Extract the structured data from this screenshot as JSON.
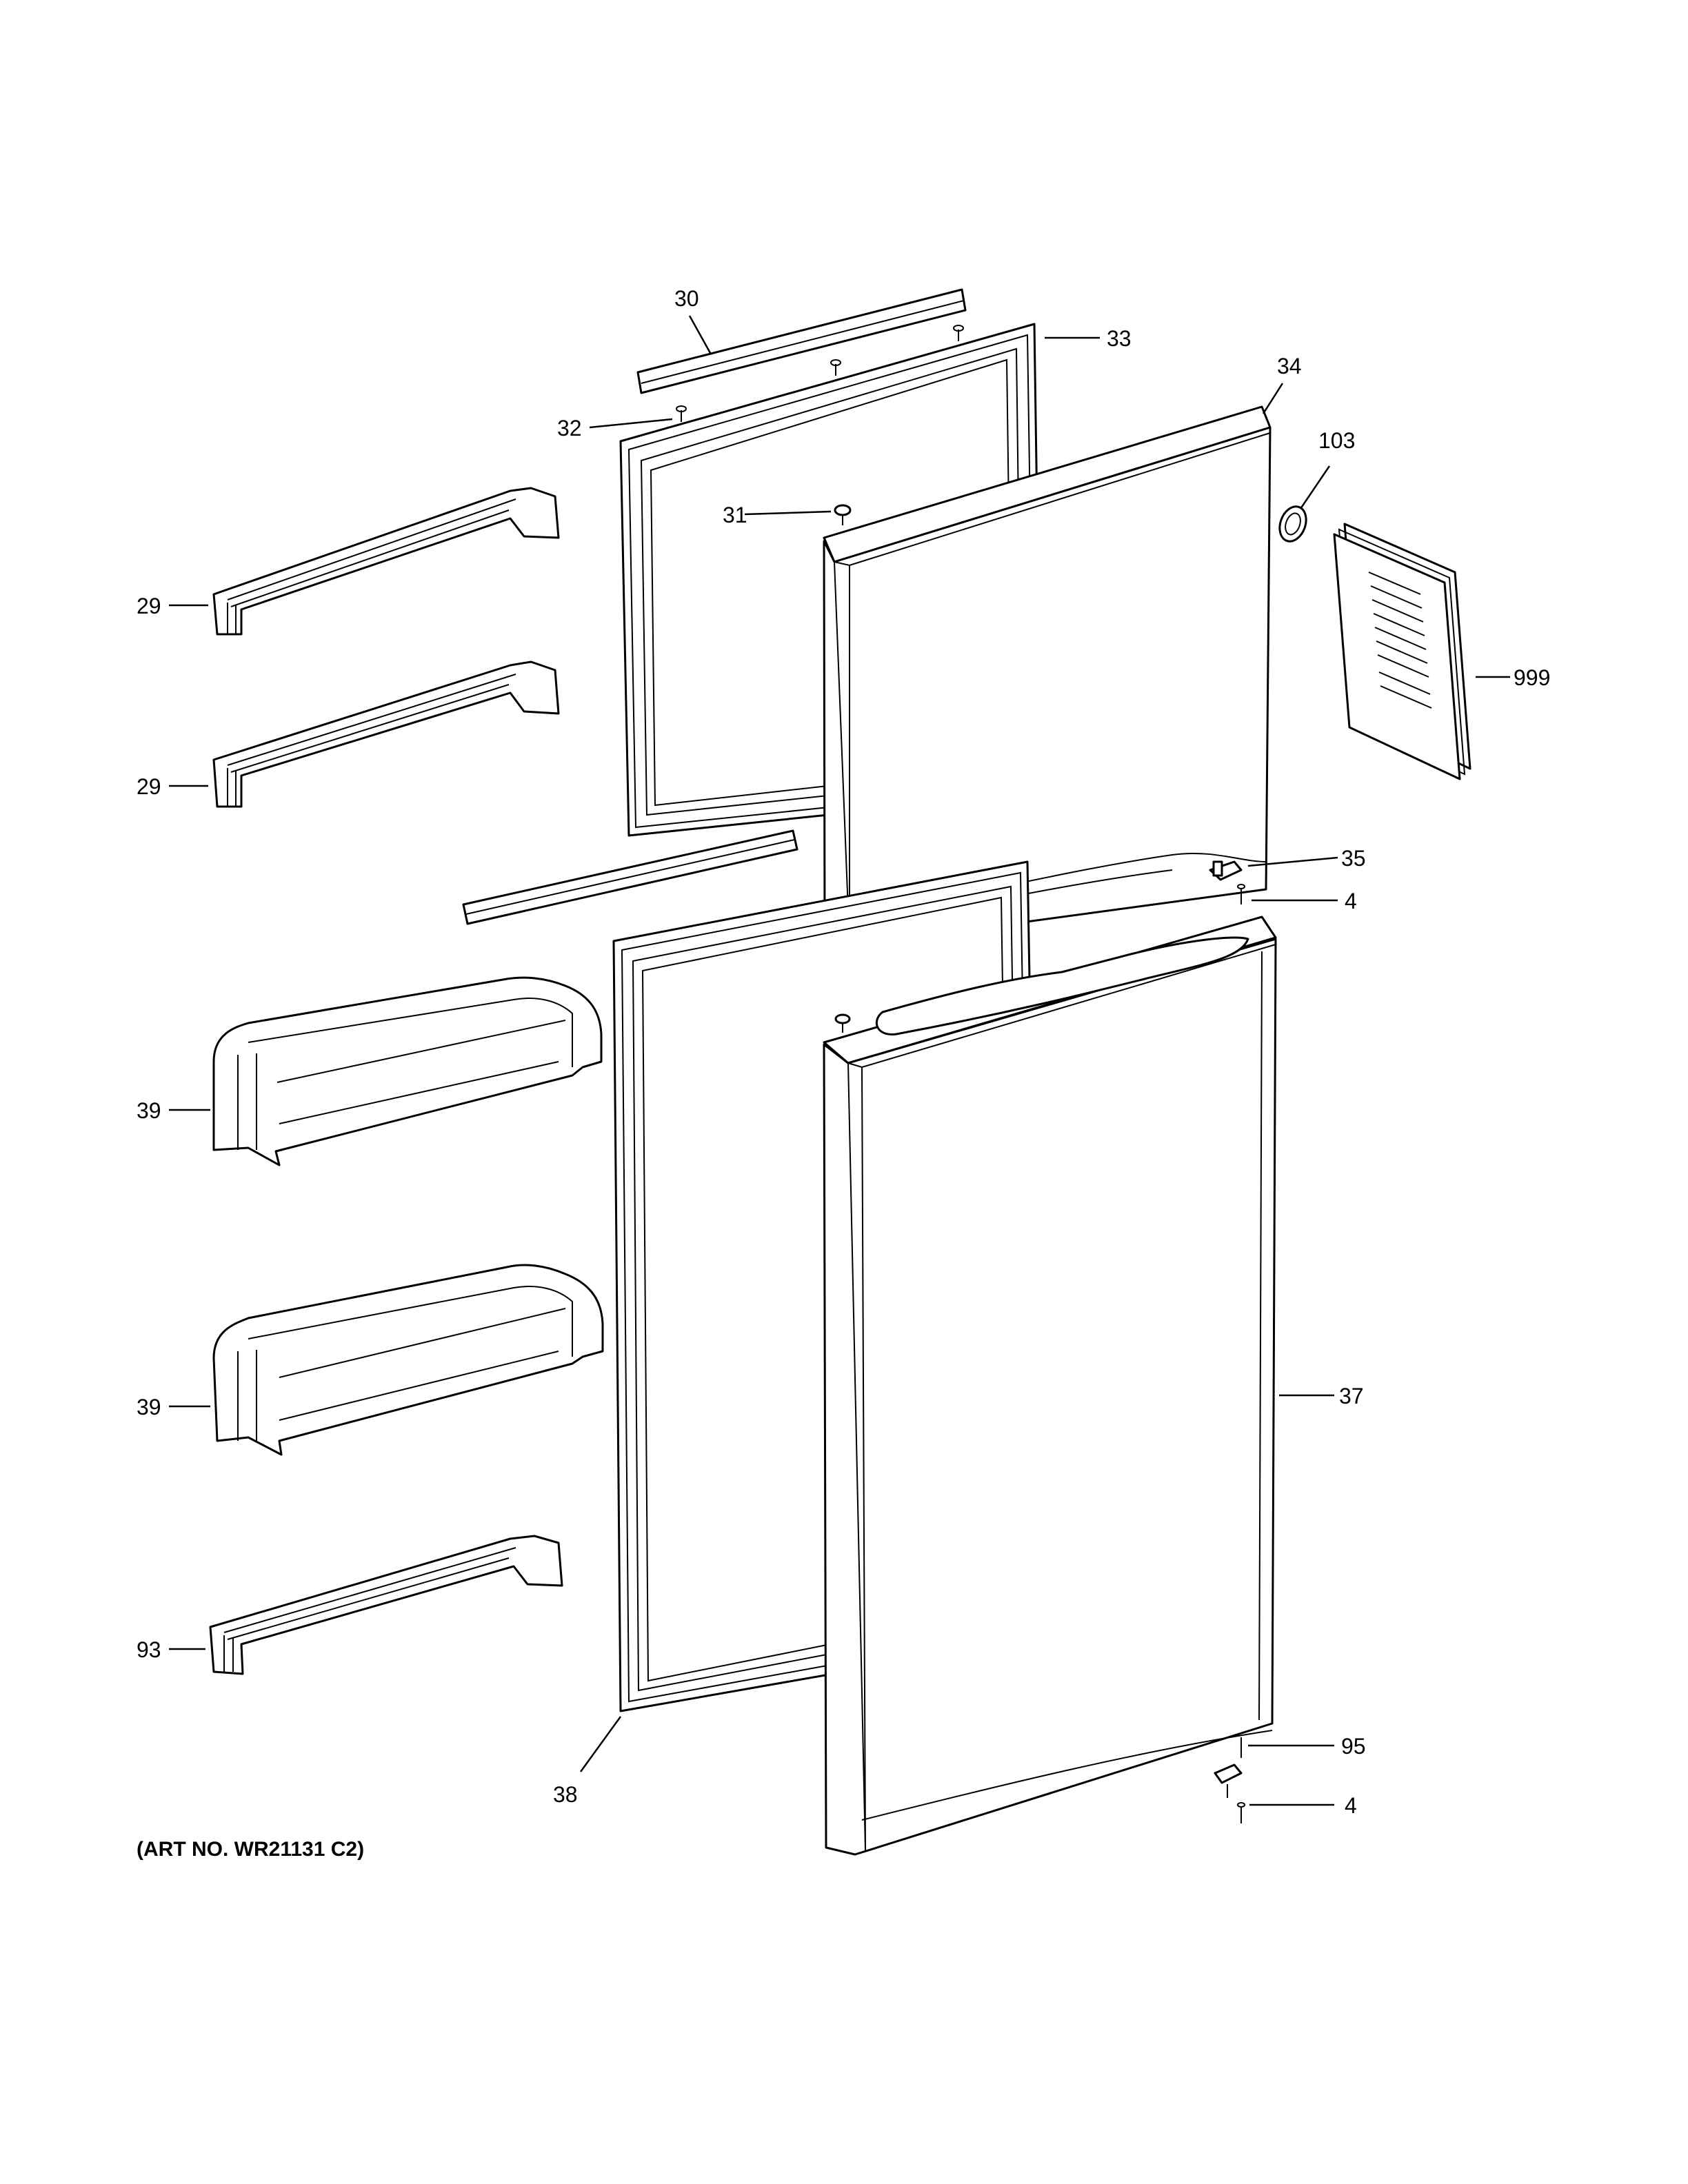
{
  "art_number": "(ART NO. WR21131 C2)",
  "callouts": {
    "c30": "30",
    "c33": "33",
    "c32": "32",
    "c34": "34",
    "c103": "103",
    "c31": "31",
    "c29a": "29",
    "c29b": "29",
    "c999": "999",
    "c35": "35",
    "c4a": "4",
    "c39a": "39",
    "c39b": "39",
    "c37": "37",
    "c93": "93",
    "c95": "95",
    "c4b": "4",
    "c38": "38"
  }
}
